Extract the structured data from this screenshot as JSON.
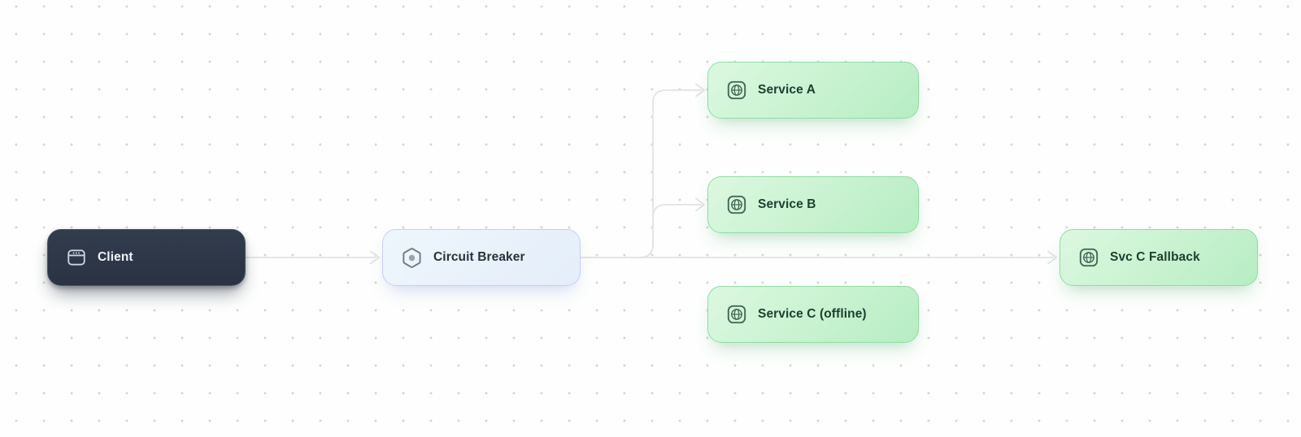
{
  "canvas": {
    "background_color": "#fdfefd",
    "dot_grid_color": "#d7d7d7",
    "edge_color": "#e3e3e3"
  },
  "nodes": [
    {
      "id": "client",
      "label": "Client",
      "icon": "app-window-icon",
      "variant": "dark",
      "colors": {
        "background": "#2b3444",
        "border": "#4a5468",
        "text": "#f1f5f9",
        "icon": "#ccd4de"
      }
    },
    {
      "id": "circuit-breaker",
      "label": "Circuit Breaker",
      "icon": "hexagon-dot-icon",
      "variant": "blue",
      "colors": {
        "background": "#e9f2fb",
        "border": "#c9cdf4",
        "text": "#273140",
        "icon": "#6e7b89"
      }
    },
    {
      "id": "service-a",
      "label": "Service A",
      "icon": "globe-icon",
      "variant": "green",
      "colors": {
        "background": "#c9f2d2",
        "border": "#8edda2",
        "text": "#1d4030",
        "icon": "#476b59"
      }
    },
    {
      "id": "service-b",
      "label": "Service B",
      "icon": "globe-icon",
      "variant": "green",
      "colors": {
        "background": "#c9f2d2",
        "border": "#8edda2",
        "text": "#1d4030",
        "icon": "#476b59"
      }
    },
    {
      "id": "service-c",
      "label": "Service C (offline)",
      "icon": "globe-icon",
      "variant": "green",
      "colors": {
        "background": "#c9f2d2",
        "border": "#8edda2",
        "text": "#1d4030",
        "icon": "#476b59"
      }
    },
    {
      "id": "svc-c-fallback",
      "label": "Svc C Fallback",
      "icon": "globe-icon",
      "variant": "green",
      "colors": {
        "background": "#c9f2d2",
        "border": "#8edda2",
        "text": "#1d4030",
        "icon": "#476b59"
      }
    }
  ],
  "edges": [
    {
      "id": "client-to-circuit-breaker",
      "from": "client",
      "to": "circuit-breaker",
      "style": "straight-arrow"
    },
    {
      "id": "circuit-breaker-to-service-a",
      "from": "circuit-breaker",
      "to": "service-a",
      "style": "smoothstep-arrow"
    },
    {
      "id": "circuit-breaker-to-service-b",
      "from": "circuit-breaker",
      "to": "service-b",
      "style": "smoothstep-arrow"
    },
    {
      "id": "circuit-breaker-to-svc-c-fallback",
      "from": "circuit-breaker",
      "to": "svc-c-fallback",
      "style": "straight-arrow"
    }
  ]
}
